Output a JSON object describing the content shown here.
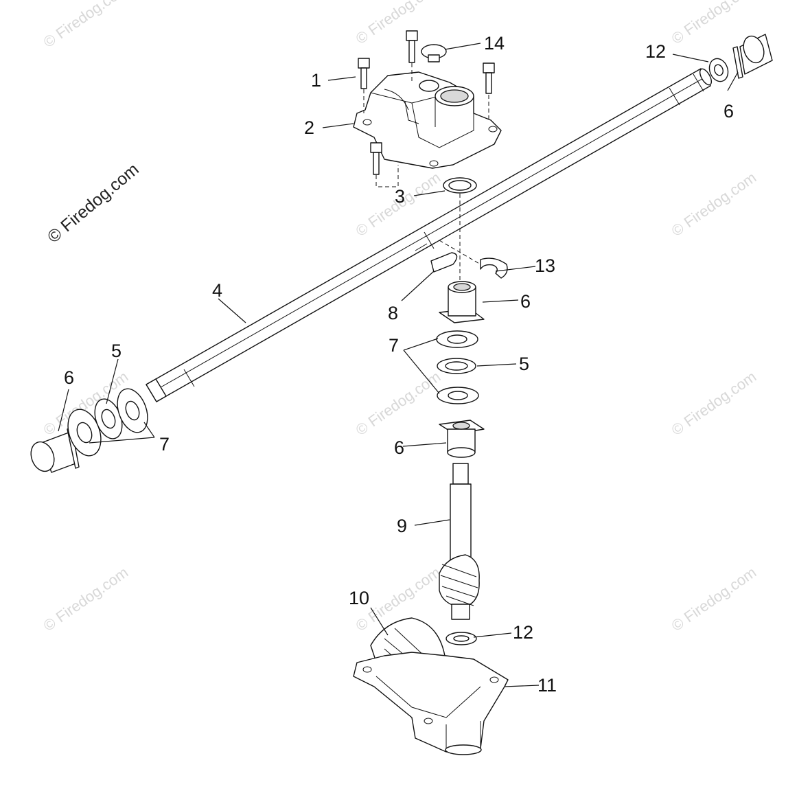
{
  "watermark": {
    "main": "© Firedog.com",
    "faint": "© Firedog.com"
  },
  "callouts": [
    {
      "id": "c1",
      "text": "1"
    },
    {
      "id": "c2",
      "text": "2"
    },
    {
      "id": "c3",
      "text": "3"
    },
    {
      "id": "c4",
      "text": "4"
    },
    {
      "id": "c5a",
      "text": "5"
    },
    {
      "id": "c5b",
      "text": "5"
    },
    {
      "id": "c6a",
      "text": "6"
    },
    {
      "id": "c6b",
      "text": "6"
    },
    {
      "id": "c6c",
      "text": "6"
    },
    {
      "id": "c6d",
      "text": "6"
    },
    {
      "id": "c7a",
      "text": "7"
    },
    {
      "id": "c7b",
      "text": "7"
    },
    {
      "id": "c8",
      "text": "8"
    },
    {
      "id": "c9",
      "text": "9"
    },
    {
      "id": "c10",
      "text": "10"
    },
    {
      "id": "c11",
      "text": "11"
    },
    {
      "id": "c12a",
      "text": "12"
    },
    {
      "id": "c12b",
      "text": "12"
    },
    {
      "id": "c13",
      "text": "13"
    },
    {
      "id": "c14",
      "text": "14"
    }
  ]
}
